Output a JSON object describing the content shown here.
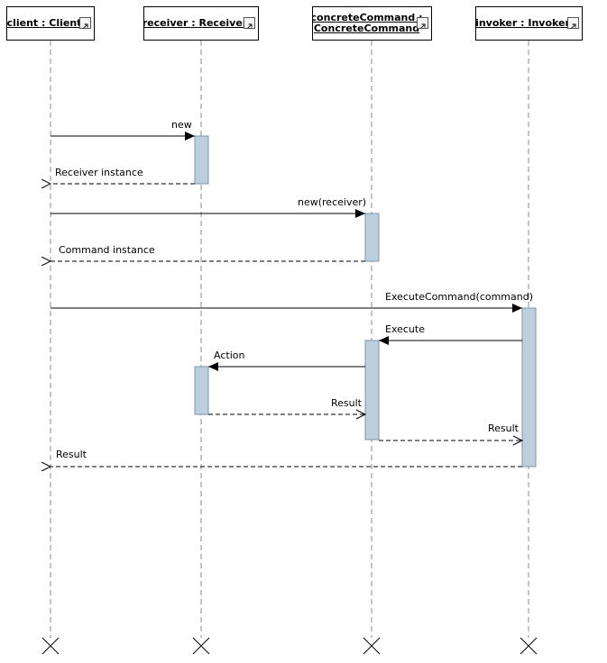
{
  "lifelines": [
    {
      "id": "client",
      "name": "client : Client"
    },
    {
      "id": "receiver",
      "name": "receiver : Receiver"
    },
    {
      "id": "concreteCommand",
      "name_line1": "concreteCommand :",
      "name_line2": "ConcreteCommand"
    },
    {
      "id": "invoker",
      "name": "invoker : Invoker"
    }
  ],
  "messages": [
    {
      "label": "new",
      "type": "sync"
    },
    {
      "label": "Receiver instance",
      "type": "return"
    },
    {
      "label": "new(receiver)",
      "type": "sync"
    },
    {
      "label": "Command instance",
      "type": "return"
    },
    {
      "label": "ExecuteCommand(command)",
      "type": "sync"
    },
    {
      "label": "Execute",
      "type": "sync"
    },
    {
      "label": "Action",
      "type": "sync"
    },
    {
      "label": "Result",
      "type": "return"
    },
    {
      "label": "Result",
      "type": "return"
    },
    {
      "label": "Result",
      "type": "return"
    }
  ],
  "colors": {
    "activation_fill": "#bccfdd",
    "activation_stroke": "#7a95ab",
    "lifeline_dash": "#888888"
  }
}
